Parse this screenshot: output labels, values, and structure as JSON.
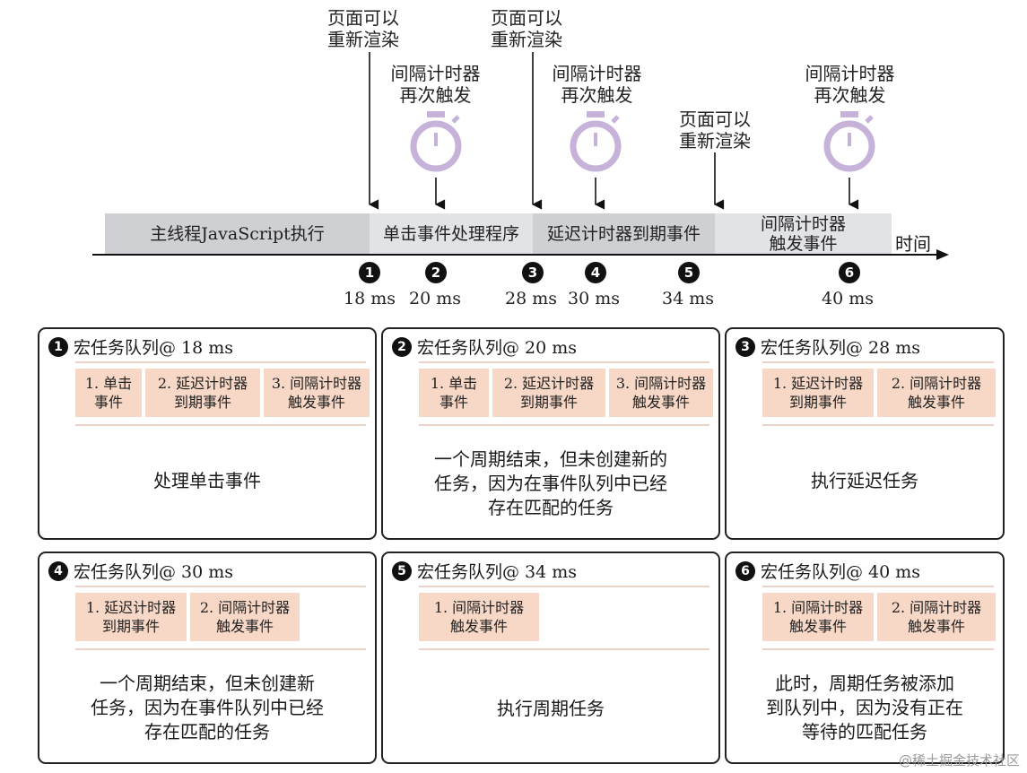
{
  "timeline": {
    "time_label": "时间",
    "segments": [
      {
        "label": "主线程JavaScript执行",
        "color": "#cfd0d4"
      },
      {
        "label": "单击事件处理程序",
        "color": "#e2e3e6"
      },
      {
        "label": "延迟计时器到期事件",
        "color": "#cfd0d4"
      },
      {
        "label": "间隔计时器\n触发事件",
        "color": "#e2e3e6"
      }
    ],
    "markers": [
      {
        "num": "1",
        "time": "18 ms"
      },
      {
        "num": "2",
        "time": "20 ms"
      },
      {
        "num": "3",
        "time": "28 ms"
      },
      {
        "num": "4",
        "time": "30 ms"
      },
      {
        "num": "5",
        "time": "34 ms"
      },
      {
        "num": "6",
        "time": "40 ms"
      }
    ],
    "annotations": {
      "rerender_1": "页面可以\n重新渲染",
      "rerender_2": "页面可以\n重新渲染",
      "rerender_3": "页面可以\n重新渲染",
      "interval_1": "间隔计时器\n再次触发",
      "interval_2": "间隔计时器\n再次触发",
      "interval_3": "间隔计时器\n再次触发"
    },
    "timer_icon_color": "#c7b3da"
  },
  "panels": [
    {
      "num": "1",
      "title": "宏任务队列@ 18 ms",
      "queue": [
        "1. 单击\n事件",
        "2. 延迟计时器\n到期事件",
        "3. 间隔计时器\n触发事件"
      ],
      "text": "处理单击事件"
    },
    {
      "num": "2",
      "title": "宏任务队列@ 20 ms",
      "queue": [
        "1. 单击\n事件",
        "2. 延迟计时器\n到期事件",
        "3. 间隔计时器\n触发事件"
      ],
      "text": "一个周期结束，但未创建新的\n任务，因为在事件队列中已经\n存在匹配的任务"
    },
    {
      "num": "3",
      "title": "宏任务队列@ 28 ms",
      "queue": [
        "1. 延迟计时器\n到期事件",
        "2. 间隔计时器\n触发事件"
      ],
      "text": "执行延迟任务"
    },
    {
      "num": "4",
      "title": "宏任务队列@ 30 ms",
      "queue": [
        "1. 延迟计时器\n到期事件",
        "2. 间隔计时器\n触发事件"
      ],
      "text": "一个周期结束，但未创建新\n任务，因为在事件队列中已经\n存在匹配的任务"
    },
    {
      "num": "5",
      "title": "宏任务队列@ 34 ms",
      "queue": [
        "1. 间隔计时器\n触发事件"
      ],
      "text": "执行周期任务"
    },
    {
      "num": "6",
      "title": "宏任务队列@ 40 ms",
      "queue": [
        "1. 间隔计时器\n触发事件",
        "2. 间隔计时器\n触发事件"
      ],
      "text": "此时，周期任务被添加\n到队列中，因为没有正在\n等待的匹配任务"
    }
  ],
  "watermark": "@稀土掘金技术社区",
  "colors": {
    "queue_item": "#f7d7c6",
    "rule": "#ecd3c8",
    "panel_border": "#222222"
  }
}
